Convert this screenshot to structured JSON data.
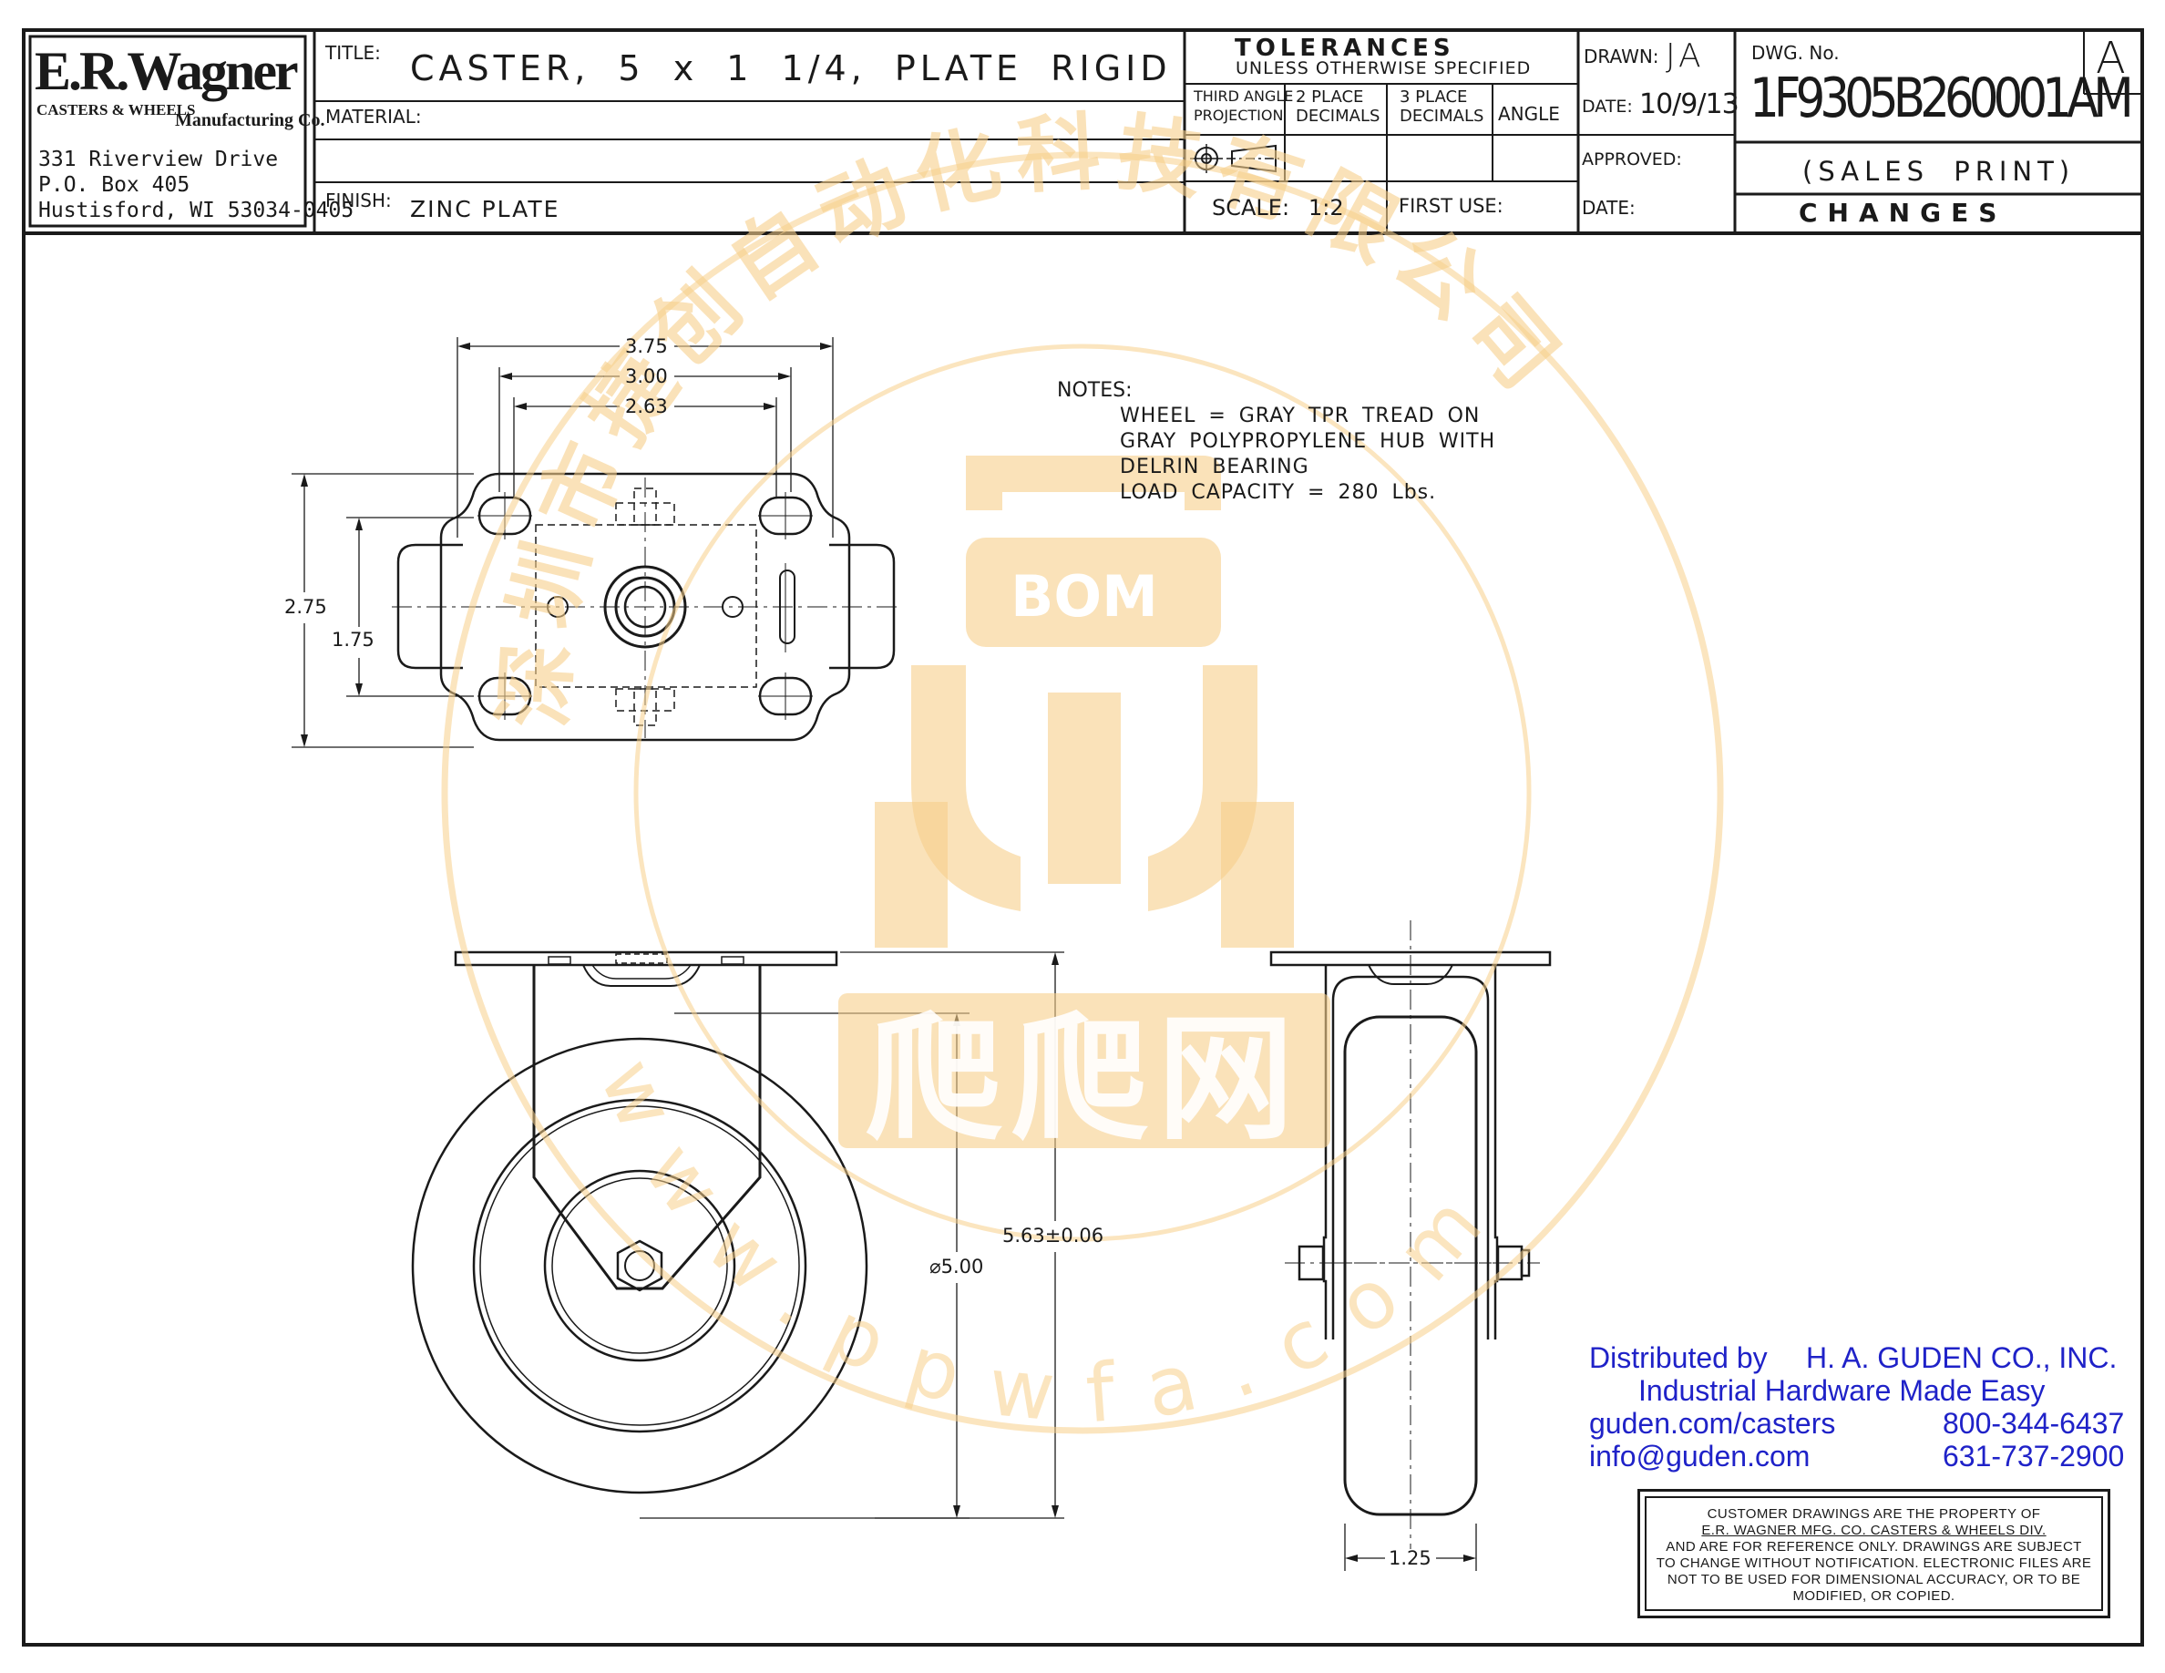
{
  "company": {
    "logo": "E.R.Wagner",
    "sub_left": "CASTERS & WHEELS",
    "sub_right": "Manufacturing Co.",
    "address_1": "331 Riverview Drive",
    "address_2": "P.O. Box 405",
    "address_3": "Hustisford, WI 53034-0405"
  },
  "title_block": {
    "title_label": "TITLE:",
    "title": "CASTER, 5 x 1 1/4, PLATE RIGID",
    "material_label": "MATERIAL:",
    "material": "",
    "finish_label": "FINISH:",
    "finish": "ZINC PLATE",
    "tolerances_heading": "TOLERANCES",
    "tolerances_sub": "UNLESS OTHERWISE SPECIFIED",
    "third_angle_1": "THIRD ANGLE",
    "third_angle_2": "PROJECTION",
    "two_place_1": "2 PLACE",
    "two_place_2": "DECIMALS",
    "three_place_1": "3 PLACE",
    "three_place_2": "DECIMALS",
    "angle": "ANGLE",
    "scale_label": "SCALE:",
    "scale": "1:2",
    "first_use_label": "FIRST USE:",
    "drawn_label": "DRAWN:",
    "drawn": "JA",
    "date_label": "DATE:",
    "date": "10/9/13",
    "approved_label": "APPROVED:",
    "date2_label": "DATE:",
    "dwg_label": "DWG. No.",
    "dwg_no": "1F9305B260001AM",
    "revision": "A",
    "sales_print": "(SALES PRINT)",
    "changes": "CHANGES"
  },
  "dimensions": {
    "w1": "3.75",
    "w2": "3.00",
    "w3": "2.63",
    "h1": "2.75",
    "h2": "1.75",
    "dia": "⌀5.00",
    "height": "5.63±0.06",
    "tread": "1.25"
  },
  "notes": {
    "heading": "NOTES:",
    "lines": [
      "WHEEL = GRAY TPR TREAD ON",
      "GRAY POLYPROPYLENE HUB WITH",
      "DELRIN BEARING",
      "LOAD CAPACITY = 280 Lbs."
    ]
  },
  "distributor": {
    "by": "Distributed by",
    "name": "H. A. GUDEN CO., INC.",
    "tagline": "Industrial Hardware Made Easy",
    "web": "guden.com/casters",
    "phone1": "800-344-6437",
    "email": "info@guden.com",
    "phone2": "631-737-2900"
  },
  "notice": {
    "lines": [
      "CUSTOMER DRAWINGS ARE THE PROPERTY OF",
      "E.R. WAGNER MFG. CO. CASTERS & WHEELS DIV.",
      "AND ARE FOR REFERENCE ONLY. DRAWINGS ARE SUBJECT",
      "TO CHANGE WITHOUT NOTIFICATION. ELECTRONIC FILES ARE",
      "NOT TO BE USED FOR DIMENSIONAL ACCURACY, OR TO BE",
      "MODIFIED, OR COPIED."
    ]
  },
  "watermark": {
    "arc_text": "深圳市捷创自动化科技有限公司",
    "badge": "BOM",
    "brand": "爬爬网",
    "url": "www.ppwfa.com",
    "color": "#f7cf8a"
  }
}
